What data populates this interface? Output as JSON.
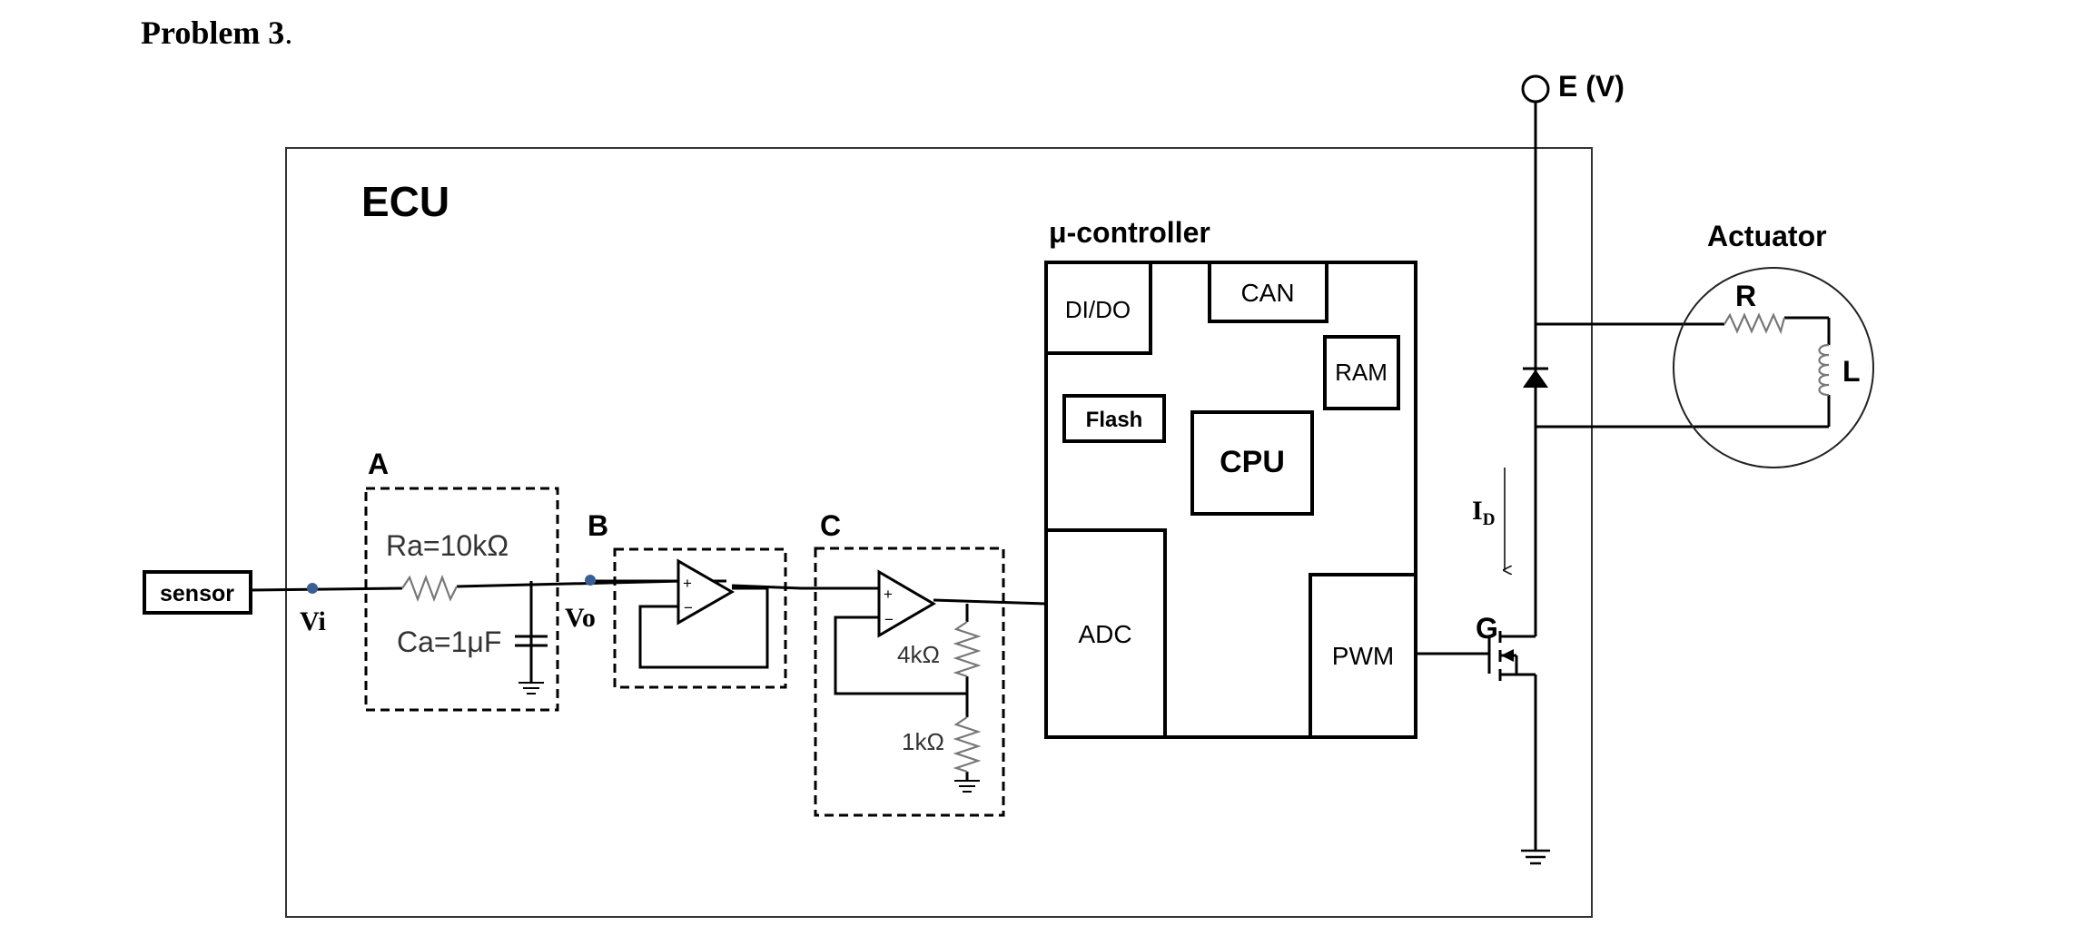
{
  "heading": {
    "label": "Problem 3",
    "period": "."
  },
  "ecu": {
    "title": "ECU"
  },
  "sensor": {
    "label": "sensor"
  },
  "nodes": {
    "vi": "Vi",
    "vo": "Vo"
  },
  "block_a": {
    "letter": "A",
    "resistor": "Ra=10kΩ",
    "capacitor": "Ca=1μF"
  },
  "block_b": {
    "letter": "B"
  },
  "block_c": {
    "letter": "C",
    "r_top": "4kΩ",
    "r_bottom": "1kΩ"
  },
  "opamp": {
    "plus": "+",
    "minus": "−"
  },
  "micro": {
    "title": "μ-controller",
    "dido": "DI/DO",
    "can": "CAN",
    "ram": "RAM",
    "flash": "Flash",
    "cpu": "CPU",
    "adc": "ADC",
    "pwm": "PWM"
  },
  "gate": {
    "label": "G"
  },
  "current": {
    "main": "I",
    "sub": "D"
  },
  "supply": {
    "label": "E (V)"
  },
  "actuator": {
    "title": "Actuator",
    "r": "R",
    "l": "L"
  }
}
